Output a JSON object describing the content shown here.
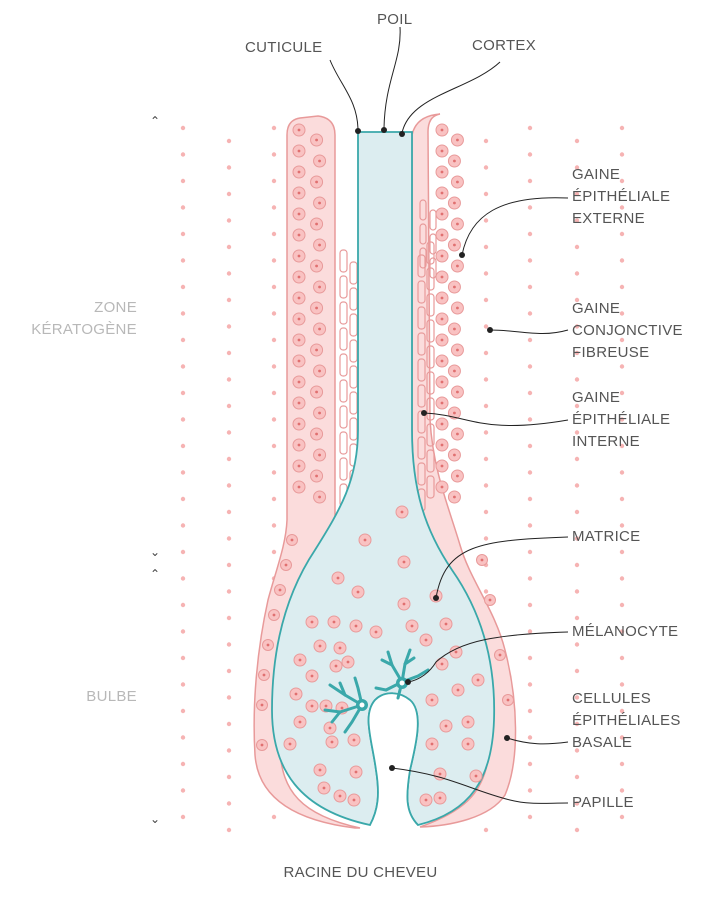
{
  "labels": {
    "poil": "POIL",
    "cuticule": "CUTICULE",
    "cortex": "CORTEX",
    "gaine_externe": [
      "GAINE",
      "ÉPITHÉLIALE",
      "EXTERNE"
    ],
    "gaine_conjonctive": [
      "GAINE",
      "CONJONCTIVE",
      "FIBREUSE"
    ],
    "gaine_interne": [
      "GAINE",
      "ÉPITHÉLIALE",
      "INTERNE"
    ],
    "matrice": "MATRICE",
    "melanocyte": "MÉLANOCYTE",
    "cellules_basales": [
      "CELLULES",
      "ÉPITHÉLIALES",
      "BASALE"
    ],
    "papille": "PAPILLE"
  },
  "zones": {
    "keratogene": [
      "ZONE",
      "KÉRATOGÈNE"
    ],
    "bulbe": "BULBE"
  },
  "caption": "RACINE DU CHEVEU",
  "colors": {
    "sheath_stroke": "#e89a9a",
    "sheath_fill": "#fbdcdc",
    "cell_fill": "#f9c2c2",
    "cell_nucleus": "#e07070",
    "hair_stroke": "#3aa8aa",
    "hair_fill": "#dcedf0",
    "melanocyte": "#3aa8aa",
    "dots": "#f6b3b3",
    "leader": "#222222",
    "text": "#555555",
    "zone_text": "#b8b8b8"
  },
  "icons": [
    "chevron-up-icon",
    "chevron-down-icon"
  ]
}
